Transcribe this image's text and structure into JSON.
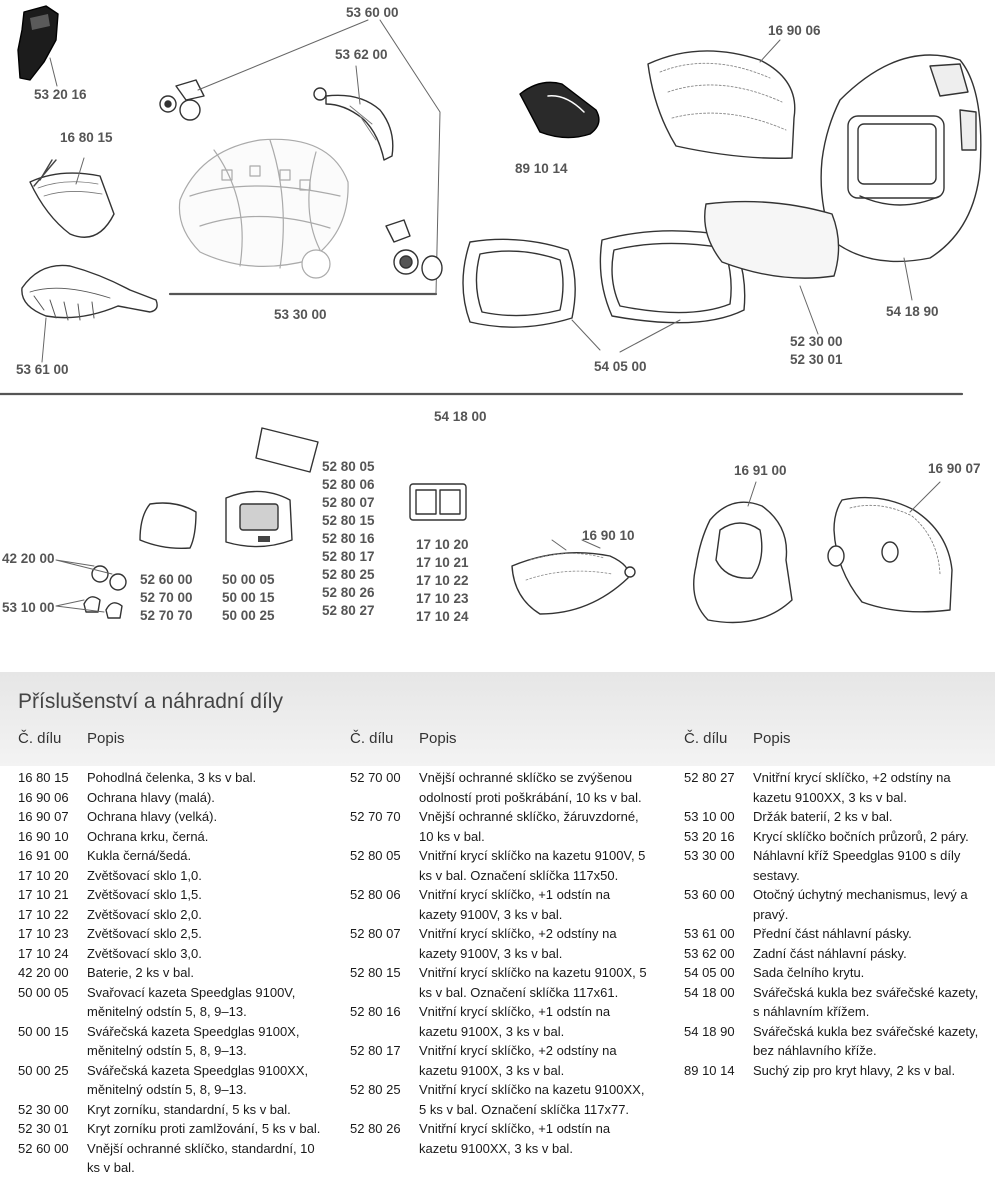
{
  "diagram": {
    "labels": {
      "p536000": "53 60 00",
      "p532016": "53 20 16",
      "p536200": "53 62 00",
      "p169006": "16 90 06",
      "p168015": "16 80 15",
      "p891014": "89 10 14",
      "p533000": "53 30 00",
      "p536100": "53 61 00",
      "p541890": "54 18 90",
      "p523000_a": "52 30 00",
      "p523000_b": "52 30 01",
      "p540500": "54 05 00",
      "p541800": "54 18 00",
      "p422000": "42 20 00",
      "p531000": "53 10 00",
      "p169100": "16 91 00",
      "p169007": "16 90 07",
      "p169010": "16 90 10"
    },
    "lists": {
      "outer_plates": [
        "52 60 00",
        "52 70 00",
        "52 70 70"
      ],
      "adf_cassettes": [
        "50 00 05",
        "50 00 15",
        "50 00 25"
      ],
      "inner_plates": [
        "52 80 05",
        "52 80 06",
        "52 80 07",
        "52 80 15",
        "52 80 16",
        "52 80 17",
        "52 80 25",
        "52 80 26",
        "52 80 27"
      ],
      "magnifiers": [
        "17 10 20",
        "17 10 21",
        "17 10 22",
        "17 10 23",
        "17 10 24"
      ]
    }
  },
  "table": {
    "title": "Příslušenství a náhradní díly",
    "col_code": "Č. dílu",
    "col_desc": "Popis",
    "columns": [
      [
        {
          "code": "16 80 15",
          "desc": "Pohodlná čelenka, 3 ks v bal."
        },
        {
          "code": "16 90 06",
          "desc": "Ochrana hlavy (malá)."
        },
        {
          "code": "16 90 07",
          "desc": "Ochrana hlavy (velká)."
        },
        {
          "code": "16 90 10",
          "desc": "Ochrana krku, černá."
        },
        {
          "code": "16 91 00",
          "desc": "Kukla černá/šedá."
        },
        {
          "code": "17 10 20",
          "desc": "Zvětšovací sklo 1,0."
        },
        {
          "code": "17 10 21",
          "desc": "Zvětšovací sklo 1,5."
        },
        {
          "code": "17 10 22",
          "desc": "Zvětšovací sklo 2,0."
        },
        {
          "code": "17 10 23",
          "desc": "Zvětšovací sklo 2,5."
        },
        {
          "code": "17 10 24",
          "desc": "Zvětšovací sklo 3,0."
        },
        {
          "code": "42 20 00",
          "desc": "Baterie, 2 ks v bal."
        },
        {
          "code": "50 00 05",
          "desc": "Svařovací kazeta Speedglas 9100V, měnitelný odstín 5, 8, 9–13."
        },
        {
          "code": "50 00 15",
          "desc": "Svářečská kazeta Speedglas 9100X, měnitelný odstín 5, 8, 9–13."
        },
        {
          "code": "50 00 25",
          "desc": "Svářečská kazeta Speedglas 9100XX, měnitelný odstín 5, 8, 9–13."
        },
        {
          "code": "52 30 00",
          "desc": "Kryt zorníku, standardní, 5 ks v bal."
        },
        {
          "code": "52 30 01",
          "desc": "Kryt zorníku proti zamlžování, 5 ks v bal."
        },
        {
          "code": "52 60 00",
          "desc": "Vnější ochranné sklíčko, standardní, 10 ks v bal."
        }
      ],
      [
        {
          "code": "52 70 00",
          "desc": "Vnější ochranné sklíčko se zvýšenou odolností proti poškrábání, 10 ks v bal."
        },
        {
          "code": "52 70 70",
          "desc": "Vnější ochranné sklíčko, žáruvzdorné, 10 ks v bal."
        },
        {
          "code": "52 80 05",
          "desc": "Vnitřní krycí sklíčko na kazetu 9100V, 5 ks v bal. Označení sklíčka 117x50."
        },
        {
          "code": "52 80 06",
          "desc": "Vnitřní krycí sklíčko, +1 odstín na kazety 9100V, 3 ks v bal."
        },
        {
          "code": "52 80 07",
          "desc": "Vnitřní krycí sklíčko, +2 odstíny na kazety 9100V, 3 ks v bal."
        },
        {
          "code": "52 80 15",
          "desc": "Vnitřní krycí sklíčko na kazetu 9100X, 5 ks v bal. Označení sklíčka 117x61."
        },
        {
          "code": "52 80 16",
          "desc": "Vnitřní krycí sklíčko, +1 odstín na kazetu 9100X, 3 ks v bal."
        },
        {
          "code": "52 80 17",
          "desc": "Vnitřní krycí sklíčko, +2 odstíny na kazetu 9100X, 3 ks v bal."
        },
        {
          "code": "52 80 25",
          "desc": "Vnitřní krycí sklíčko na kazetu 9100XX, 5 ks v bal. Označení sklíčka 117x77."
        },
        {
          "code": "52 80 26",
          "desc": "Vnitřní krycí sklíčko, +1 odstín na kazetu 9100XX, 3 ks v bal."
        }
      ],
      [
        {
          "code": "52 80 27",
          "desc": "Vnitřní krycí sklíčko, +2 odstíny na kazetu 9100XX, 3 ks v bal."
        },
        {
          "code": "53 10 00",
          "desc": "Držák baterií, 2 ks v bal."
        },
        {
          "code": "53 20 16",
          "desc": "Krycí sklíčko bočních průzorů, 2 páry."
        },
        {
          "code": "53 30 00",
          "desc": "Náhlavní kříž Speedglas 9100 s díly sestavy."
        },
        {
          "code": "53 60 00",
          "desc": "Otočný úchytný mechanismus, levý a pravý."
        },
        {
          "code": "53 61 00",
          "desc": "Přední část náhlavní pásky."
        },
        {
          "code": "53 62 00",
          "desc": "Zadní část náhlavní pásky."
        },
        {
          "code": "54 05 00",
          "desc": "Sada čelního krytu."
        },
        {
          "code": "54 18 00",
          "desc": "Svářečská kukla bez svářečské kazety, s náhlavním křížem."
        },
        {
          "code": "54 18 90",
          "desc": "Svářečská kukla bez svářečské kazety, bez náhlavního kříže."
        },
        {
          "code": "89 10 14",
          "desc": "Suchý zip pro kryt hlavy, 2 ks v bal."
        }
      ]
    ]
  }
}
